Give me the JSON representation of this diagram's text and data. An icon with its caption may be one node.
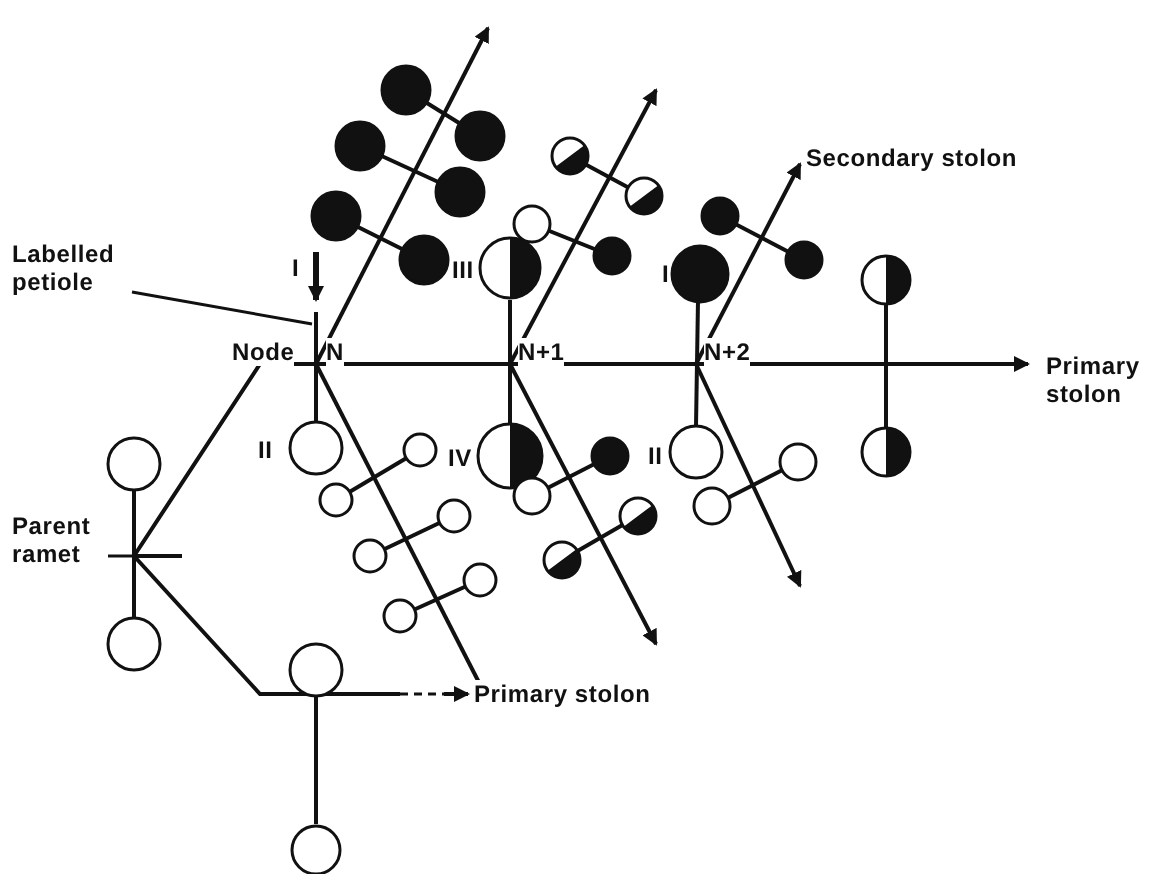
{
  "diagram": {
    "nodes": [
      {
        "text": [
          "Labelled petiole"
        ]
      },
      {
        "text": [
          "Parent ramet"
        ]
      }
    ],
    "edges": [
      {
        "from": 0,
        "to": null,
        "arrow": "none"
      },
      {
        "from": 1,
        "to": null,
        "arrow": "none"
      }
    ],
    "labels": [
      "Secondary stolon",
      "I",
      "III",
      "I",
      "Node",
      "N",
      "N+1",
      "N+2",
      "Primary stolon",
      "II",
      "IV",
      "II",
      "Primary stolon"
    ]
  }
}
